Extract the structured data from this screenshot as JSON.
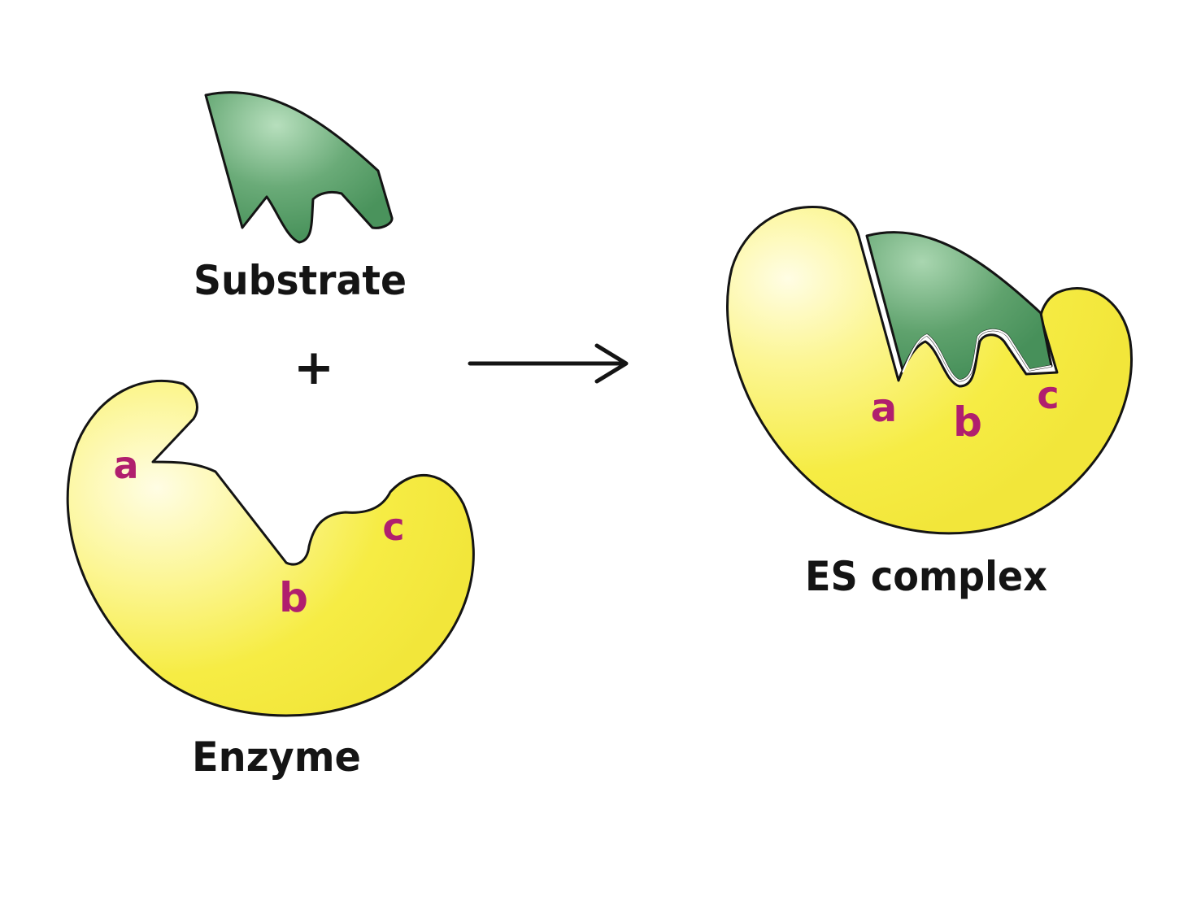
{
  "labels": {
    "substrate": "Substrate",
    "plus": "+",
    "enzyme": "Enzyme",
    "complex": "ES complex"
  },
  "binding_sites": {
    "a": "a",
    "b": "b",
    "c": "c"
  },
  "colors": {
    "enzyme_fill": "#f7ef45",
    "enzyme_highlight": "#fffde0",
    "substrate_fill": "#4f9a63",
    "substrate_highlight": "#a9d6b0",
    "site_label": "#b01f6e",
    "outline": "#141414"
  }
}
